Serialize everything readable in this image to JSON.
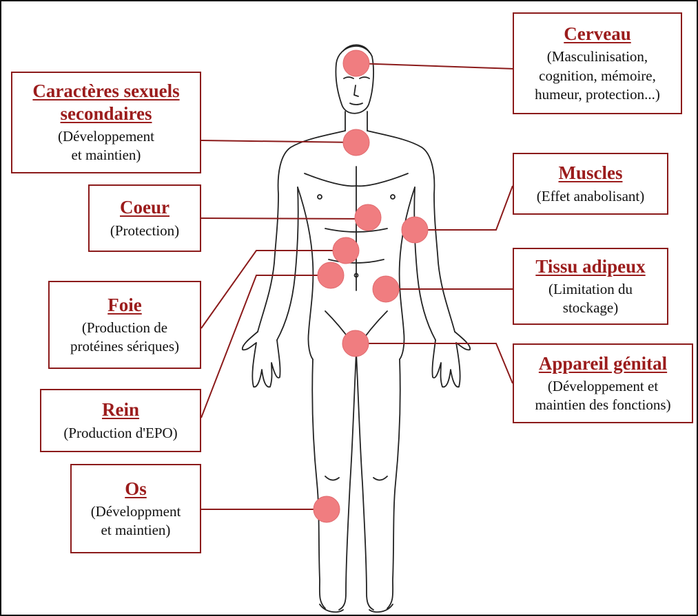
{
  "labels": {
    "cerveau": {
      "title": "Cerveau",
      "desc": "(Masculinisation,\ncognition, mémoire,\nhumeur, protection...)"
    },
    "caracteres": {
      "title": "Caractères sexuels\nsecondaires",
      "desc": "(Développement\net maintien)"
    },
    "muscles": {
      "title": "Muscles",
      "desc": "(Effet anabolisant)"
    },
    "coeur": {
      "title": "Coeur",
      "desc": "(Protection)"
    },
    "tissu": {
      "title": "Tissu adipeux",
      "desc": "(Limitation du\nstockage)"
    },
    "foie": {
      "title": "Foie",
      "desc": "(Production de\nprotéines sériques)"
    },
    "appareil": {
      "title": "Appareil génital",
      "desc": "(Développement et\nmaintien des fonctions)"
    },
    "rein": {
      "title": "Rein",
      "desc": "(Production d'EPO)"
    },
    "os": {
      "title": "Os",
      "desc": "(Développment\net maintien)"
    }
  },
  "colors": {
    "accent": "#9b1c1c",
    "border": "#8b1a1a",
    "marker": "#f07d80",
    "outline": "#222222"
  }
}
